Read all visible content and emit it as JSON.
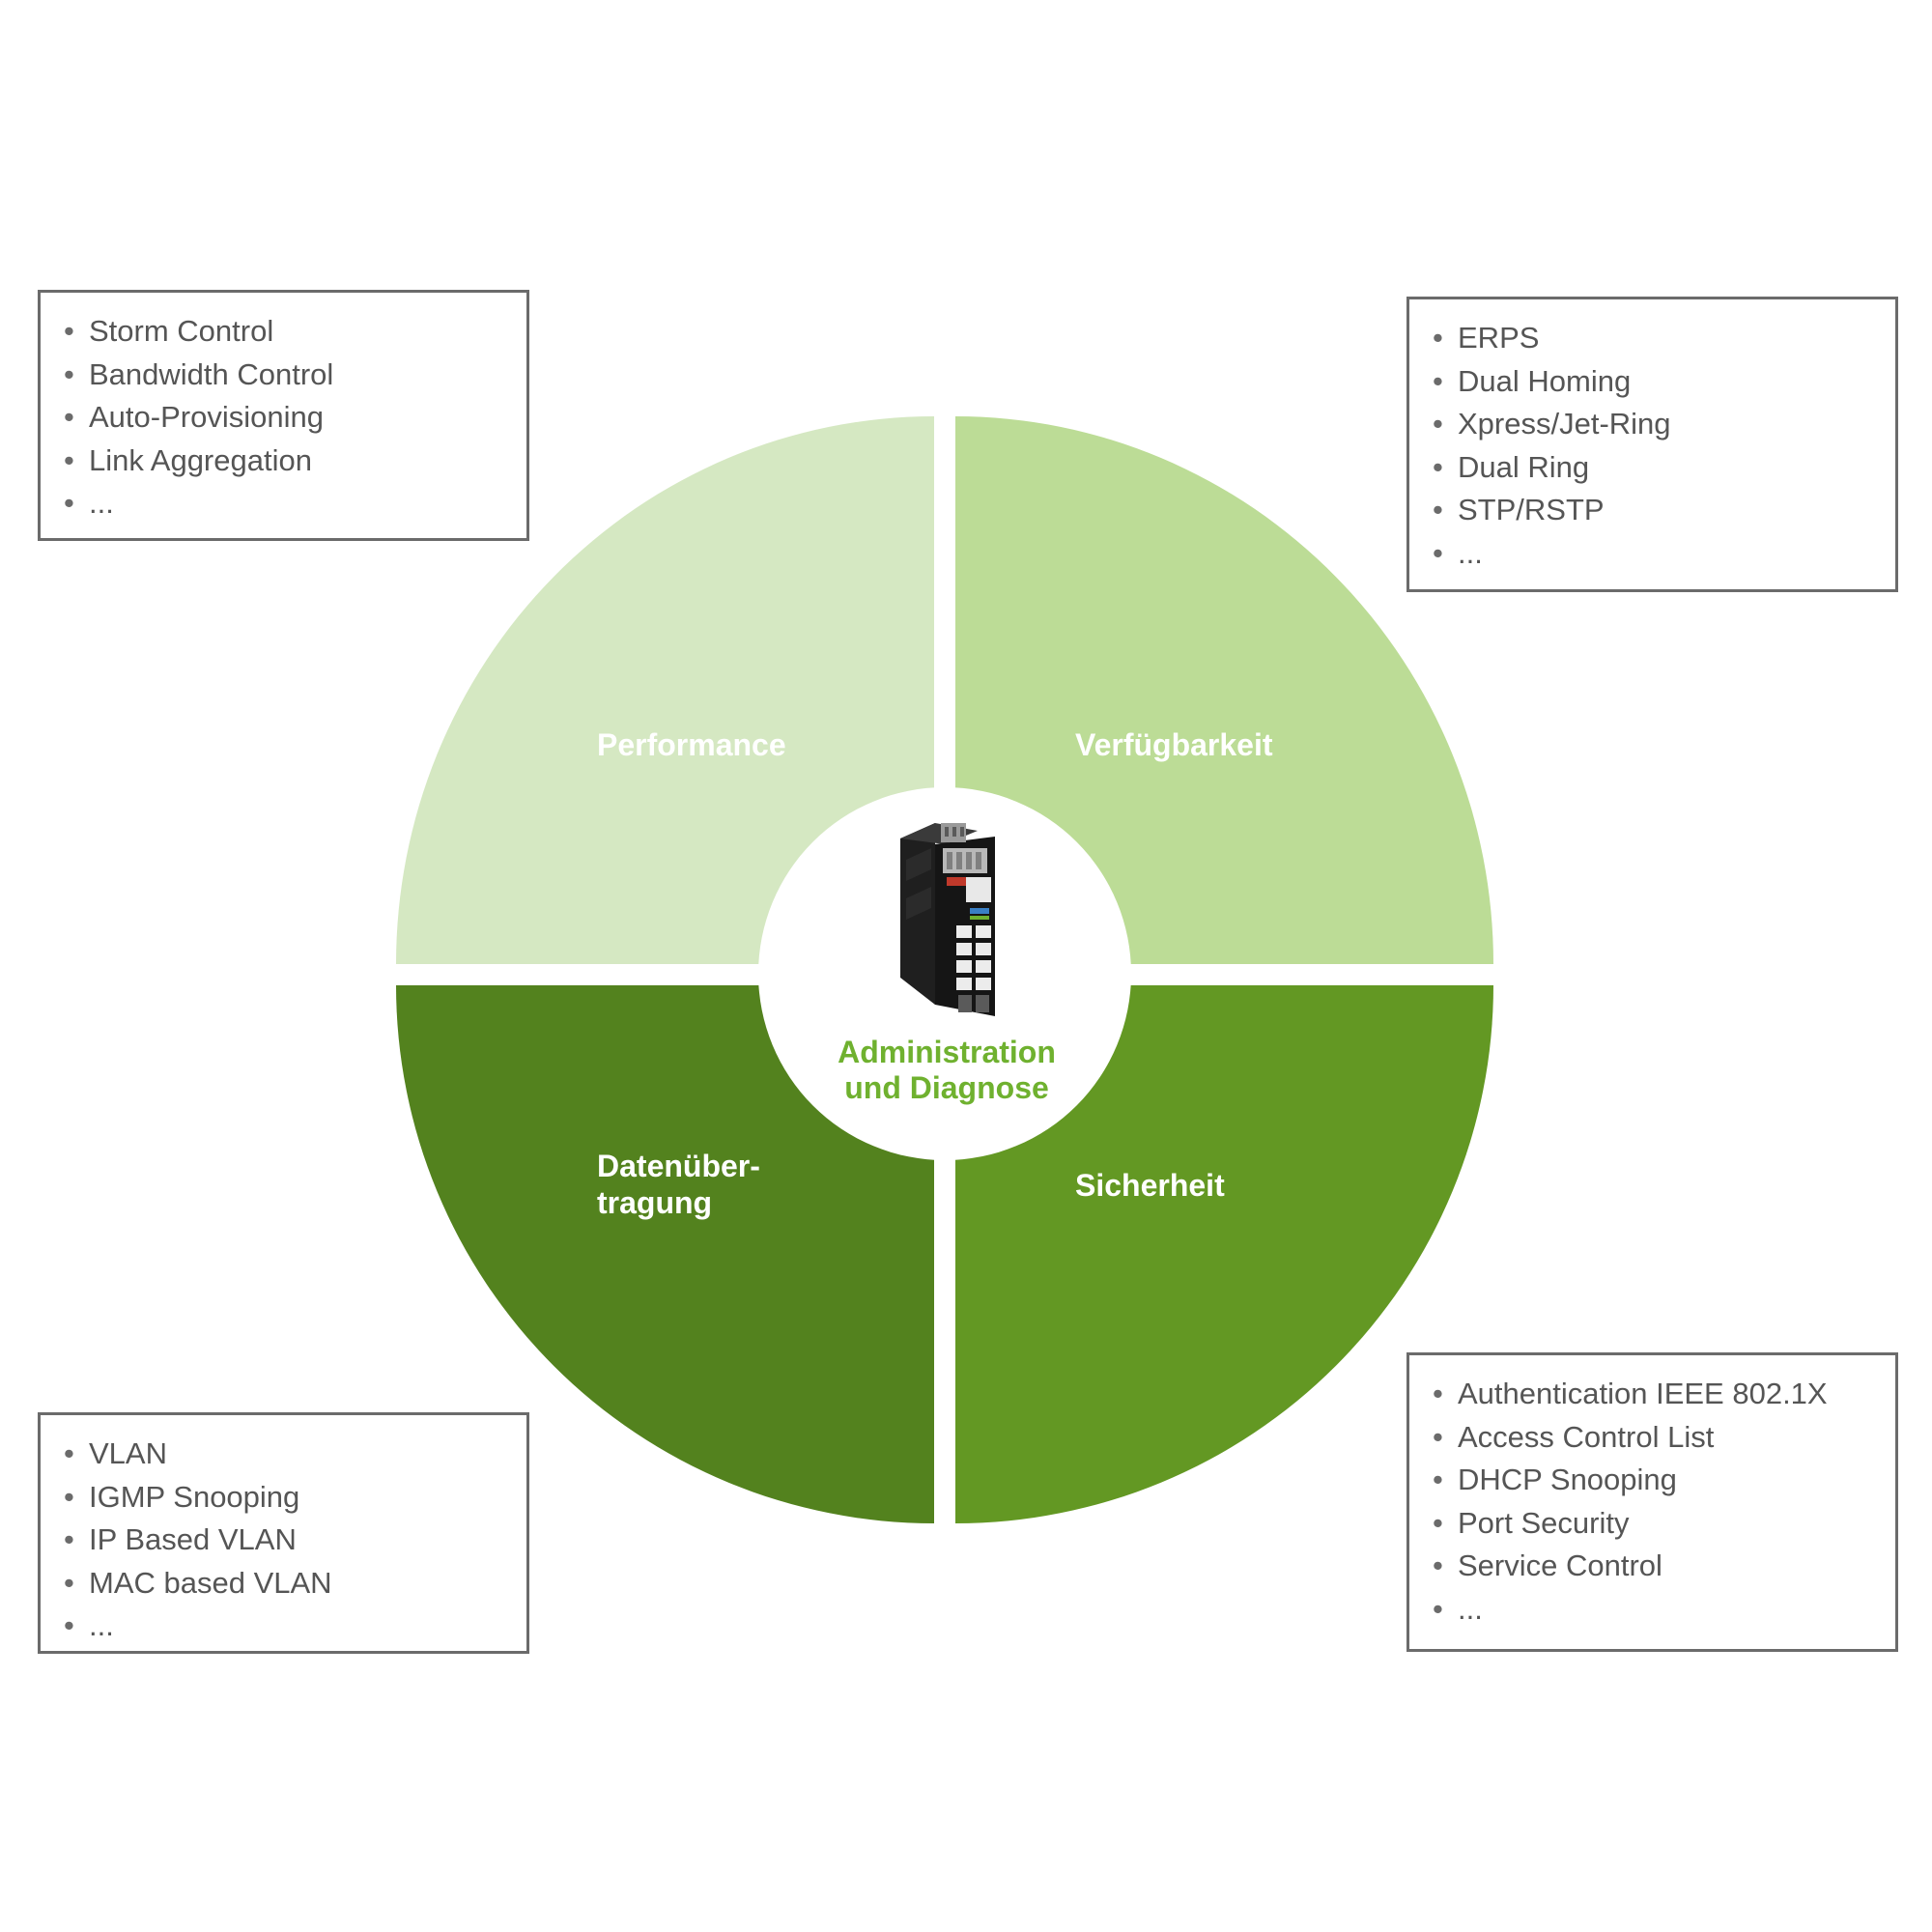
{
  "colors": {
    "performance": "#d5e8c2",
    "availability": "#bcdc96",
    "transfer": "#53821e",
    "security": "#639823",
    "center_text": "#6fb12f",
    "box_border": "#6b6b6b",
    "box_text": "#555555"
  },
  "segments": {
    "performance": "Performance",
    "availability": "Verfügbarkeit",
    "transfer": "Datenüber-\ntragung",
    "security": "Sicherheit"
  },
  "center": {
    "title": "Administration\nund Diagnose",
    "image": "industrial-ethernet-switch"
  },
  "boxes": {
    "performance": [
      "Storm Control",
      "Bandwidth Control",
      "Auto-Provisioning",
      "Link Aggregation",
      "..."
    ],
    "availability": [
      "ERPS",
      "Dual Homing",
      "Xpress/Jet-Ring",
      "Dual Ring",
      "STP/RSTP",
      "..."
    ],
    "transfer": [
      "VLAN",
      "IGMP Snooping",
      "IP Based VLAN",
      "MAC based VLAN",
      "..."
    ],
    "security": [
      "Authentication IEEE 802.1X",
      "Access Control List",
      "DHCP Snooping",
      "Port Security",
      "Service Control",
      "..."
    ]
  }
}
